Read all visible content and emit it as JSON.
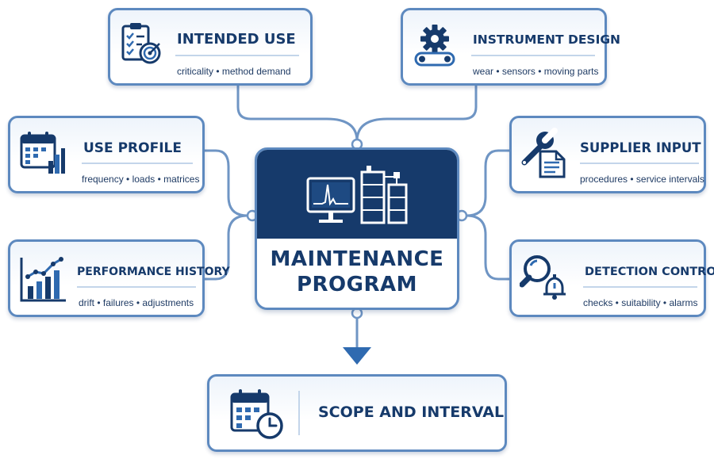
{
  "diagram": {
    "center": {
      "title_line1": "MAINTENANCE",
      "title_line2": "PROGRAM",
      "icon": "lab-instrument-icon"
    },
    "inputs": {
      "intended_use": {
        "title": "INTENDED USE",
        "subtitle": "criticality • method demand",
        "icon": "checklist-target-icon"
      },
      "instrument_design": {
        "title": "INSTRUMENT DESIGN",
        "subtitle": "wear • sensors • moving parts",
        "icon": "gear-belt-icon"
      },
      "use_profile": {
        "title": "USE PROFILE",
        "subtitle": "frequency • loads • matrices",
        "icon": "calendar-bars-icon"
      },
      "supplier_input": {
        "title": "SUPPLIER INPUT",
        "subtitle": "procedures • service intervals",
        "icon": "wrench-document-icon"
      },
      "performance_history": {
        "title": "PERFORMANCE HISTORY",
        "subtitle": "drift • failures • adjustments",
        "icon": "trend-chart-icon"
      },
      "detection_controls": {
        "title": "DETECTION CONTROLS",
        "subtitle": "checks • suitability • alarms",
        "icon": "magnifier-alarm-icon"
      }
    },
    "output": {
      "title": "SCOPE AND INTERVAL",
      "icon": "calendar-clock-icon"
    },
    "colors": {
      "navy": "#163a6b",
      "accent": "#2f6ab0",
      "border": "#5d89bf",
      "connector": "#6f95c4",
      "card_background": "#eef4fb"
    }
  }
}
